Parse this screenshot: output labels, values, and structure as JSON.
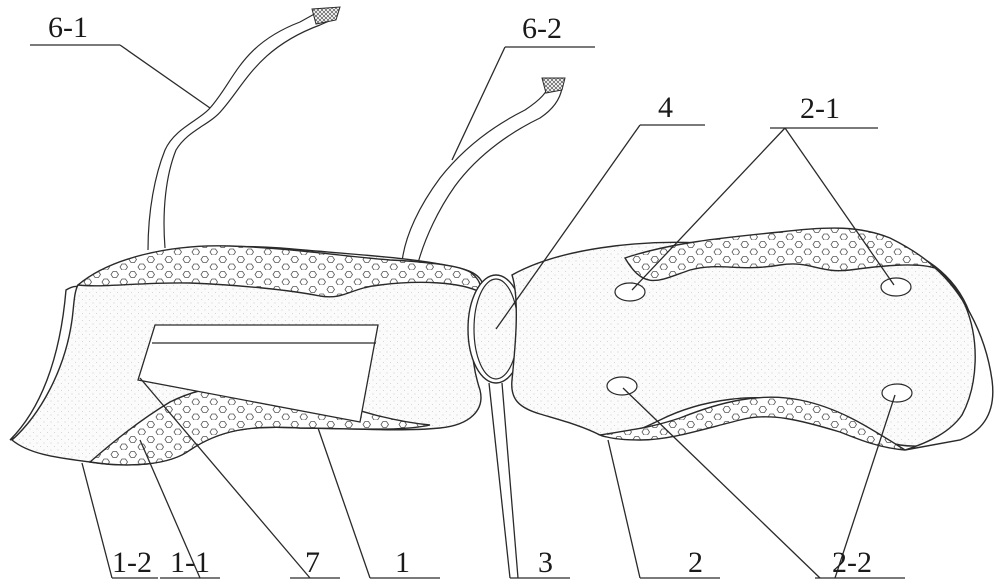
{
  "labels": {
    "l_6_1": "6-1",
    "l_6_2": "6-2",
    "l_4": "4",
    "l_2_1": "2-1",
    "l_1_2": "1-2",
    "l_1_1": "1-1",
    "l_7": "7",
    "l_1": "1",
    "l_3": "3",
    "l_2": "2",
    "l_2_2": "2-2"
  },
  "colors": {
    "stroke": "#2a2a2a",
    "fill_dotted": "#f4f4f4",
    "hex_pattern": "#555555"
  }
}
